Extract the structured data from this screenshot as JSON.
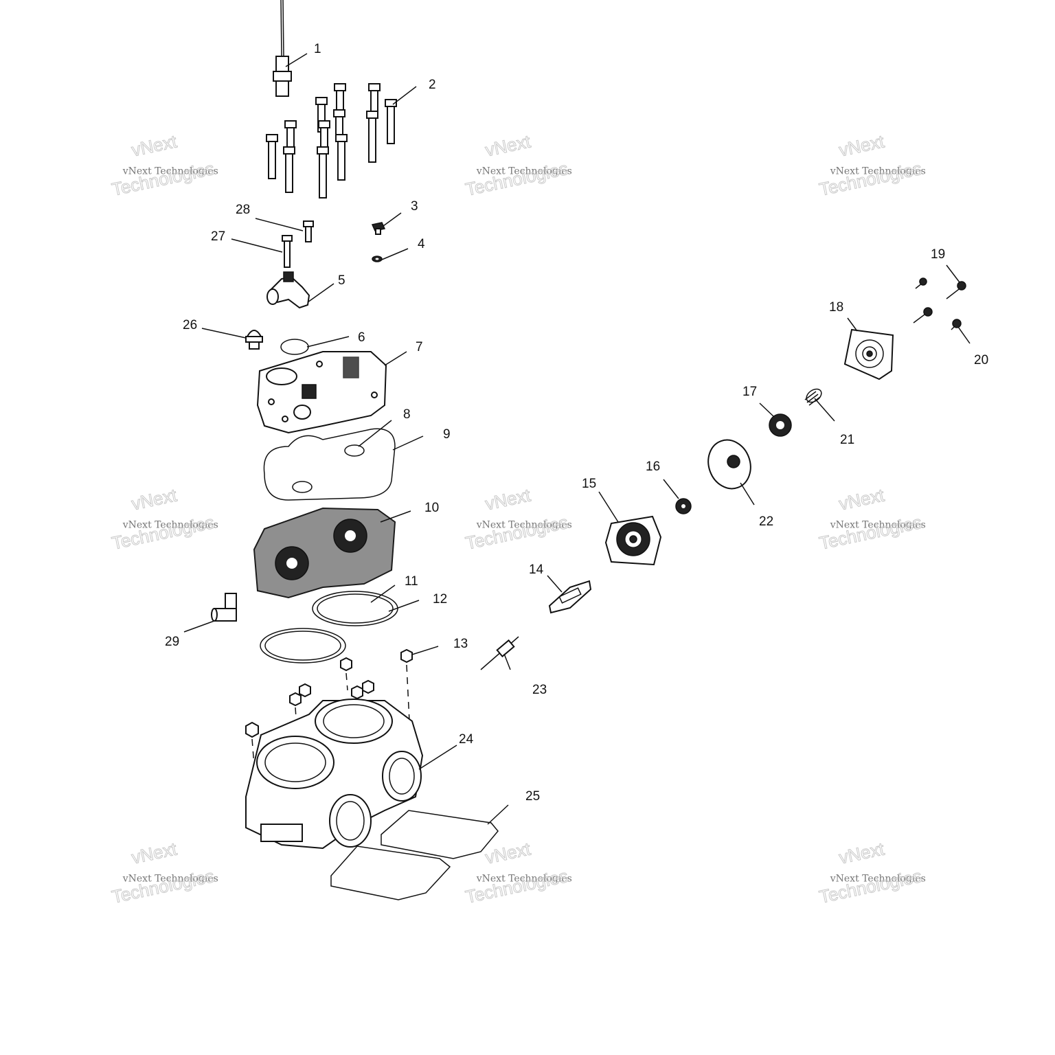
{
  "diagram": {
    "callouts": [
      {
        "id": "1",
        "text": "1"
      },
      {
        "id": "2",
        "text": "2"
      },
      {
        "id": "3",
        "text": "3"
      },
      {
        "id": "4",
        "text": "4"
      },
      {
        "id": "5",
        "text": "5"
      },
      {
        "id": "6",
        "text": "6"
      },
      {
        "id": "7",
        "text": "7"
      },
      {
        "id": "8",
        "text": "8"
      },
      {
        "id": "9",
        "text": "9"
      },
      {
        "id": "10",
        "text": "10"
      },
      {
        "id": "11",
        "text": "11"
      },
      {
        "id": "12",
        "text": "12"
      },
      {
        "id": "13",
        "text": "13"
      },
      {
        "id": "14",
        "text": "14"
      },
      {
        "id": "15",
        "text": "15"
      },
      {
        "id": "16",
        "text": "16"
      },
      {
        "id": "17",
        "text": "17"
      },
      {
        "id": "18",
        "text": "18"
      },
      {
        "id": "19",
        "text": "19"
      },
      {
        "id": "20",
        "text": "20"
      },
      {
        "id": "21",
        "text": "21"
      },
      {
        "id": "22",
        "text": "22"
      },
      {
        "id": "23",
        "text": "23"
      },
      {
        "id": "24",
        "text": "24"
      },
      {
        "id": "25",
        "text": "25"
      },
      {
        "id": "26",
        "text": "26"
      },
      {
        "id": "27",
        "text": "27"
      },
      {
        "id": "28",
        "text": "28"
      },
      {
        "id": "29",
        "text": "29"
      }
    ]
  },
  "watermark": {
    "line1": "vNext",
    "line2": "vNext Technologies",
    "line3": "Technologies"
  }
}
